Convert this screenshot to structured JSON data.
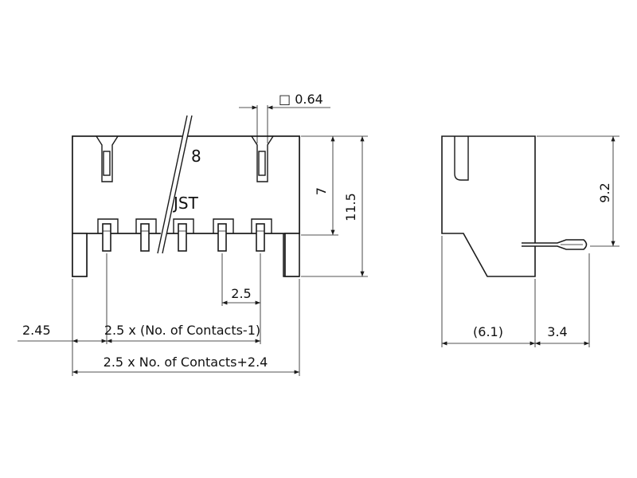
{
  "front_view": {
    "circuit_number": "8",
    "brand_mark": "JST",
    "dim_pin_square": "□ 0.64",
    "dim_housing_top": "7",
    "dim_total_height": "11.5",
    "dim_pitch": "2.5",
    "dim_edge_offset": "2.45",
    "dim_pin_span": "2.5 x (No. of Contacts-1)",
    "dim_overall_width": "2.5 x No. of Contacts+2.4"
  },
  "side_view": {
    "dim_height": "9.2",
    "dim_depth": "(6.1)",
    "dim_pin_projection": "3.4"
  }
}
